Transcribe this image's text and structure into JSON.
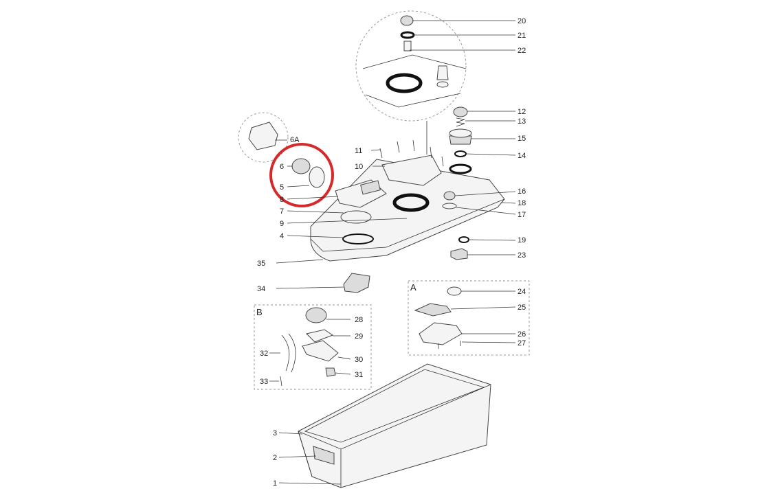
{
  "diagram": {
    "highlight_color": "#d42a2a",
    "callouts": [
      {
        "id": "p20",
        "text": "20"
      },
      {
        "id": "p21",
        "text": "21"
      },
      {
        "id": "p22",
        "text": "22"
      },
      {
        "id": "p12",
        "text": "12"
      },
      {
        "id": "p13",
        "text": "13"
      },
      {
        "id": "p15",
        "text": "15"
      },
      {
        "id": "p14",
        "text": "14"
      },
      {
        "id": "p16",
        "text": "16"
      },
      {
        "id": "p18",
        "text": "18"
      },
      {
        "id": "p17",
        "text": "17"
      },
      {
        "id": "p19",
        "text": "19"
      },
      {
        "id": "p23",
        "text": "23"
      },
      {
        "id": "p6A",
        "text": "6A"
      },
      {
        "id": "p11",
        "text": "11"
      },
      {
        "id": "p10",
        "text": "10"
      },
      {
        "id": "p6",
        "text": "6"
      },
      {
        "id": "p5",
        "text": "5"
      },
      {
        "id": "p8",
        "text": "8"
      },
      {
        "id": "p7",
        "text": "7"
      },
      {
        "id": "p9",
        "text": "9"
      },
      {
        "id": "p4",
        "text": "4"
      },
      {
        "id": "p35",
        "text": "35"
      },
      {
        "id": "p34",
        "text": "34"
      },
      {
        "id": "p24",
        "text": "24"
      },
      {
        "id": "p25",
        "text": "25"
      },
      {
        "id": "p26",
        "text": "26"
      },
      {
        "id": "p27",
        "text": "27"
      },
      {
        "id": "p28",
        "text": "28"
      },
      {
        "id": "p29",
        "text": "29"
      },
      {
        "id": "p30",
        "text": "30"
      },
      {
        "id": "p31",
        "text": "31"
      },
      {
        "id": "p32",
        "text": "32"
      },
      {
        "id": "p33",
        "text": "33"
      },
      {
        "id": "p3",
        "text": "3"
      },
      {
        "id": "p2",
        "text": "2"
      },
      {
        "id": "p1",
        "text": "1"
      }
    ],
    "detail_boxes": {
      "a": {
        "label": "A"
      },
      "b": {
        "label": "B"
      }
    }
  }
}
